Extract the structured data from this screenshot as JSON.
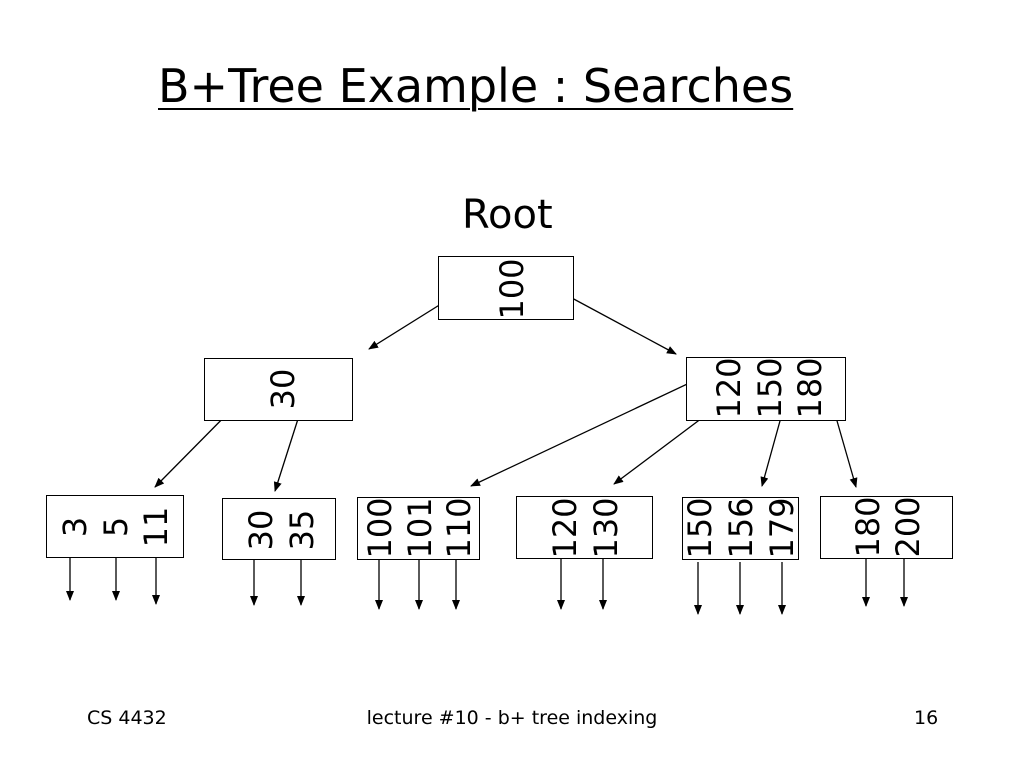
{
  "slide": {
    "title": "B+Tree Example :  Searches",
    "root_label": "Root"
  },
  "tree": {
    "root": {
      "keys": [
        "100"
      ]
    },
    "inner_left": {
      "keys": [
        "30"
      ]
    },
    "inner_right": {
      "keys": [
        "120",
        "150",
        "180"
      ]
    },
    "leaves": [
      {
        "keys": [
          "3",
          "5",
          "11"
        ]
      },
      {
        "keys": [
          "30",
          "35"
        ]
      },
      {
        "keys": [
          "100",
          "101",
          "110"
        ]
      },
      {
        "keys": [
          "120",
          "130"
        ]
      },
      {
        "keys": [
          "150",
          "156",
          "179"
        ]
      },
      {
        "keys": [
          "180",
          "200"
        ]
      }
    ]
  },
  "footer": {
    "course": "CS 4432",
    "lecture": "lecture #10 -  b+ tree indexing",
    "page": "16"
  },
  "colors": {
    "stroke": "#000000",
    "background": "#ffffff"
  }
}
